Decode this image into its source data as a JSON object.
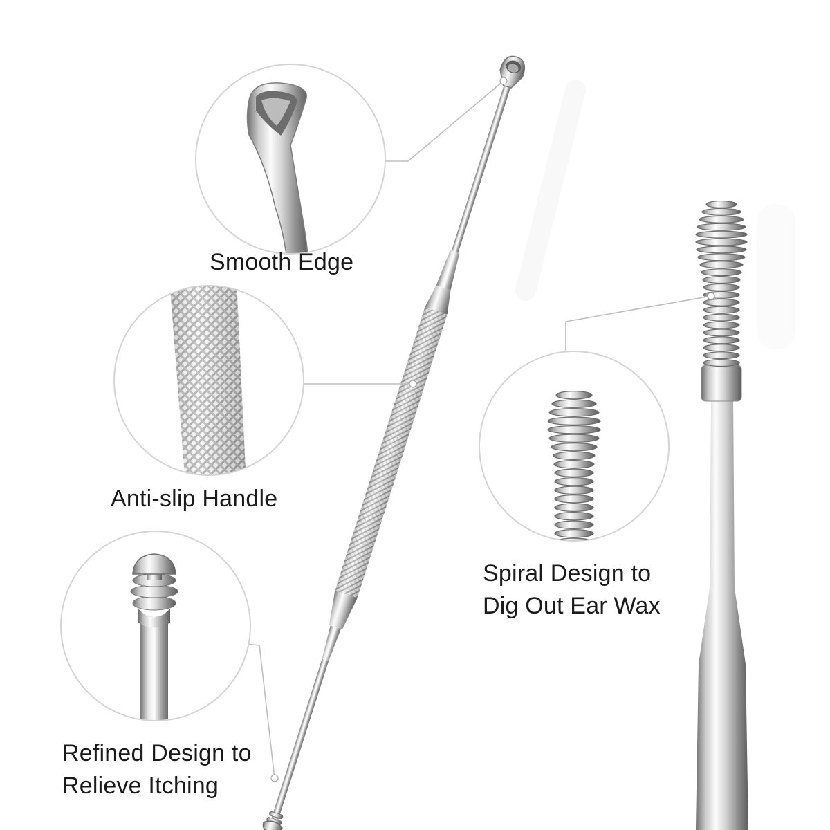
{
  "features": [
    {
      "id": "smooth-edge",
      "lines": [
        "Smooth Edge"
      ],
      "icon": "scoop-tip-icon"
    },
    {
      "id": "anti-slip-handle",
      "lines": [
        "Anti-slip Handle"
      ],
      "icon": "knurled-handle-icon"
    },
    {
      "id": "refined-design",
      "lines": [
        "Refined Design to",
        "Relieve Itching"
      ],
      "icon": "ridged-tip-icon"
    },
    {
      "id": "spiral-design",
      "lines": [
        "Spiral Design to",
        "Dig Out Ear Wax"
      ],
      "icon": "spiral-tip-icon"
    }
  ],
  "colors": {
    "background": "#ffffff",
    "steel_light": "#f2f2f2",
    "steel_mid": "#b8b8b8",
    "steel_dark": "#6e6e6e",
    "circle": "#d4d4d4",
    "leader": "#bdbdbd",
    "text": "#1a1a1a"
  }
}
